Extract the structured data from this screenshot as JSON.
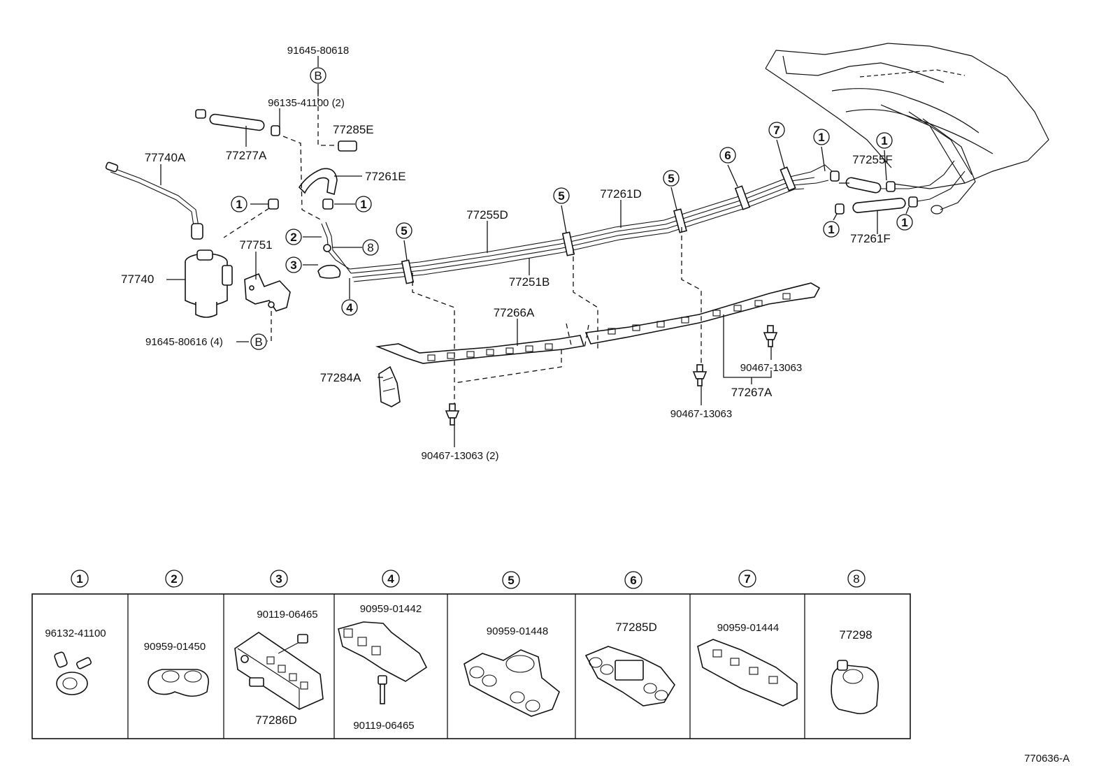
{
  "parts": {
    "p_91645_80618": "91645-80618",
    "p_96135_41100": "96135-41100 (2)",
    "p_77285E": "77285E",
    "p_77277A": "77277A",
    "p_77740A": "77740A",
    "p_77261E": "77261E",
    "p_77751": "77751",
    "p_77740": "77740",
    "p_91645_80616": "91645-80616 (4)",
    "p_77255D": "77255D",
    "p_77261D": "77261D",
    "p_77251B": "77251B",
    "p_77266A": "77266A",
    "p_77284A": "77284A",
    "p_90467_13063_2": "90467-13063 (2)",
    "p_90467_13063_a": "90467-13063",
    "p_90467_13063_b": "90467-13063",
    "p_77267A": "77267A",
    "p_77255F": "77255F",
    "p_77261F": "77261F",
    "letter_B": "B"
  },
  "callouts": {
    "c1": "1",
    "c2": "2",
    "c3": "3",
    "c4": "4",
    "c5": "5",
    "c6": "6",
    "c7": "7",
    "c8": "8"
  },
  "legend": [
    {
      "num": "1",
      "part": "96132-41100"
    },
    {
      "num": "2",
      "part": "90959-01450"
    },
    {
      "num": "3",
      "part": "77286D",
      "part2": "90119-06465"
    },
    {
      "num": "4",
      "part": "90959-01442",
      "part2": "90119-06465"
    },
    {
      "num": "5",
      "part": "90959-01448"
    },
    {
      "num": "6",
      "part": "77285D"
    },
    {
      "num": "7",
      "part": "90959-01444"
    },
    {
      "num": "8",
      "part": "77298"
    }
  ],
  "figure_id": "770636-A",
  "colors": {
    "ink": "#111111",
    "paper": "#ffffff"
  }
}
